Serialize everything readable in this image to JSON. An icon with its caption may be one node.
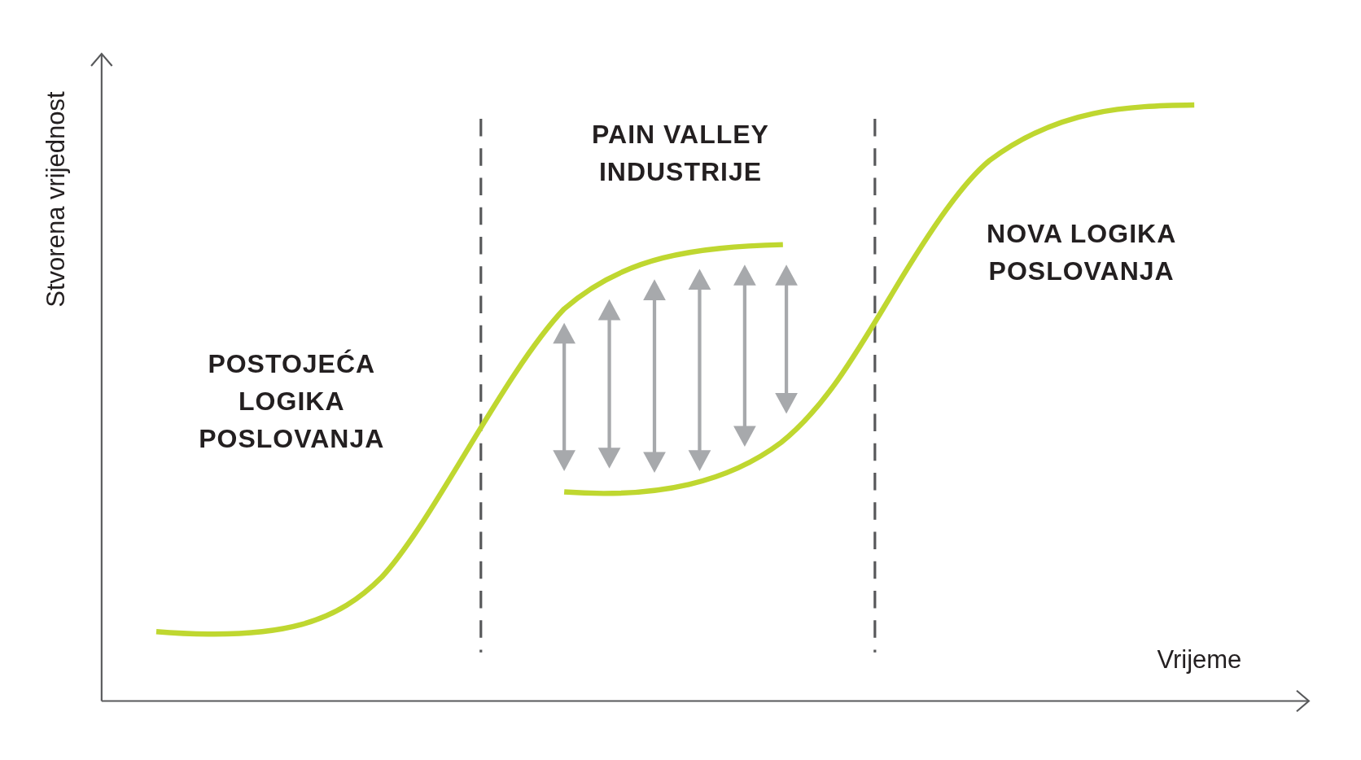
{
  "diagram": {
    "labels": [
      "PAIN VALLEY INDUSTRIJE",
      "POSTOJEĆA LOGIKA POSLOVANJA",
      "NOVA LOGIKA POSLOVANJA",
      "Stvorena vrijednost",
      "Vrijeme"
    ]
  }
}
